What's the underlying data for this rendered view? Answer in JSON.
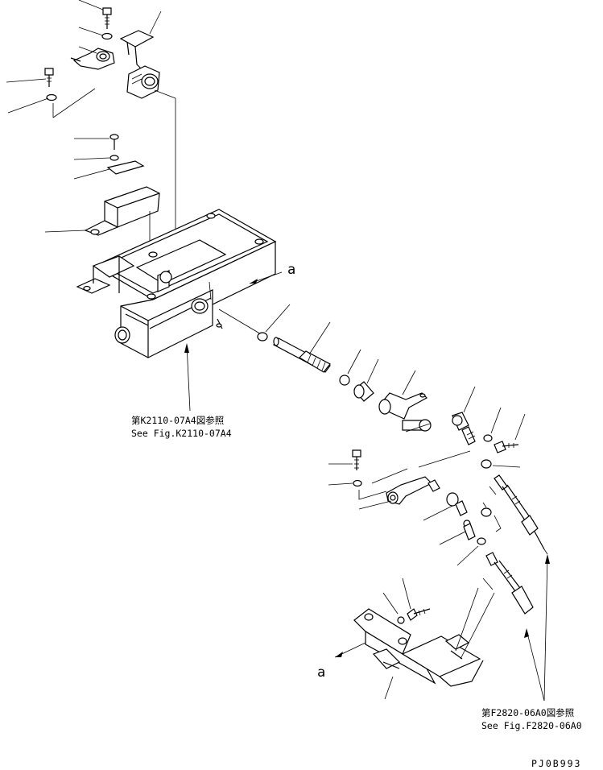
{
  "callouts": {
    "left": {
      "ref_jp": "第K2110-07A4図参照",
      "ref_en": "See Fig.K2110-07A4"
    },
    "right": {
      "ref_jp": "第F2820-06A0図参照",
      "ref_en": "See Fig.F2820-06A0"
    }
  },
  "markers": {
    "top": "a",
    "bottom": "a"
  },
  "drawing_code": "PJ0B993"
}
